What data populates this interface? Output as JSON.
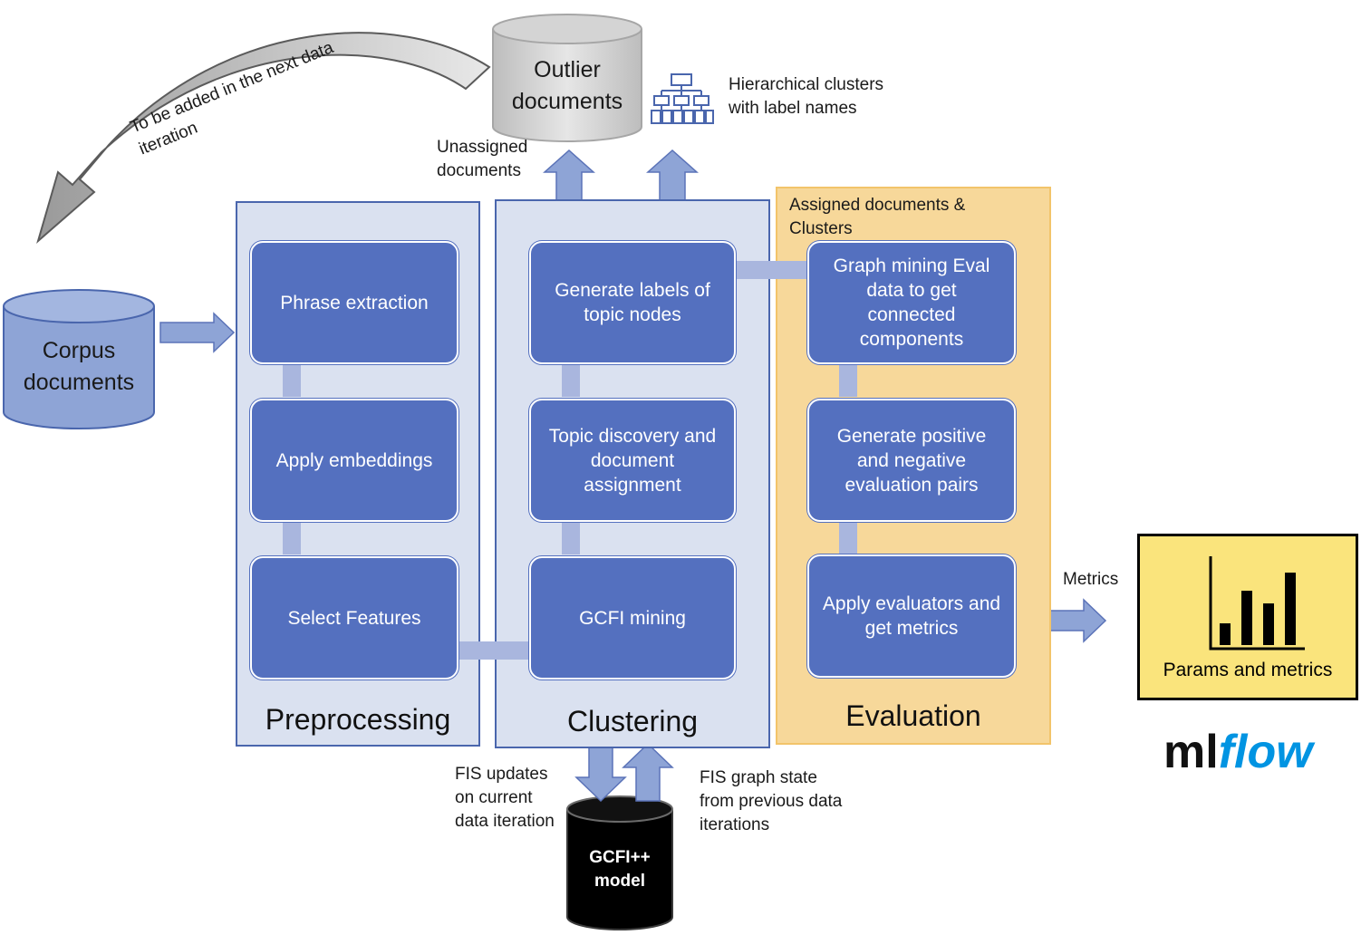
{
  "preprocessing": {
    "title": "Preprocessing",
    "steps": [
      "Phrase extraction",
      "Apply embeddings",
      "Select Features"
    ]
  },
  "clustering": {
    "title": "Clustering",
    "steps": [
      "Generate labels of\ntopic nodes",
      "Topic discovery and\ndocument\nassignment",
      "GCFI mining"
    ]
  },
  "evaluation": {
    "title": "Evaluation",
    "header_label": "Assigned documents &\nClusters",
    "steps": [
      "Graph mining Eval\ndata to get\nconnected\ncomponents",
      "Generate positive\nand negative\nevaluation pairs",
      "Apply evaluators and\nget metrics"
    ]
  },
  "corpus": {
    "label": "Corpus\ndocuments"
  },
  "outlier": {
    "label": "Outlier\ndocuments"
  },
  "model": {
    "label": "GCFI++\nmodel"
  },
  "labels": {
    "next_iteration": "To be added in the next data\niteration",
    "unassigned": "Unassigned\ndocuments",
    "hierarchical": "Hierarchical clusters\nwith label names",
    "fis_updates": "FIS updates\non current\ndata iteration",
    "fis_graph": "FIS graph state\nfrom previous data\niterations",
    "metrics": "Metrics"
  },
  "mlflow": {
    "box_label": "Params and metrics",
    "logo_ml": "ml",
    "logo_flow": "flow",
    "icon": "bar-chart-icon"
  },
  "colors": {
    "node_fill": "#5470bf",
    "panel_blue": "#dae1f0",
    "panel_orange": "#f7d89a",
    "connector": "#a9b6de",
    "mlflow_box": "#fae47c",
    "mlflow_blue": "#0194e2"
  }
}
